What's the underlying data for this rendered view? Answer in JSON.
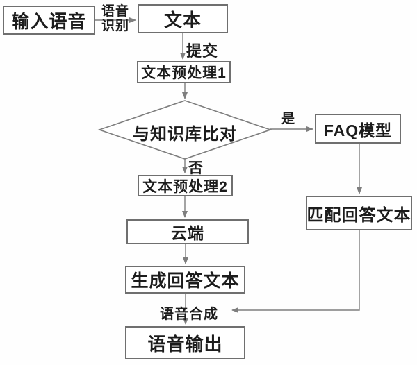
{
  "diagram": {
    "nodes": {
      "input_speech": {
        "label": "输入语音"
      },
      "text": {
        "label": "文本"
      },
      "preprocess1": {
        "label": "文本预处理1"
      },
      "compare_kb": {
        "label": "与知识库比对"
      },
      "faq_model": {
        "label": "FAQ模型"
      },
      "preprocess2": {
        "label": "文本预处理2"
      },
      "cloud": {
        "label": "云端"
      },
      "generate_answer": {
        "label": "生成回答文本"
      },
      "match_answer": {
        "label": "匹配回答文本"
      },
      "speech_output": {
        "label": "语音输出"
      }
    },
    "edge_labels": {
      "speech_recognition": "语音\n识别",
      "submit": "提交",
      "yes": "是",
      "no": "否",
      "speech_synthesis": "语音合成"
    },
    "colors": {
      "line": "#7e7e7e",
      "node_border": "#6f6f6f",
      "node_fill": "#ffffff",
      "text": "#1c1c1c",
      "background": "#fefefe"
    }
  }
}
